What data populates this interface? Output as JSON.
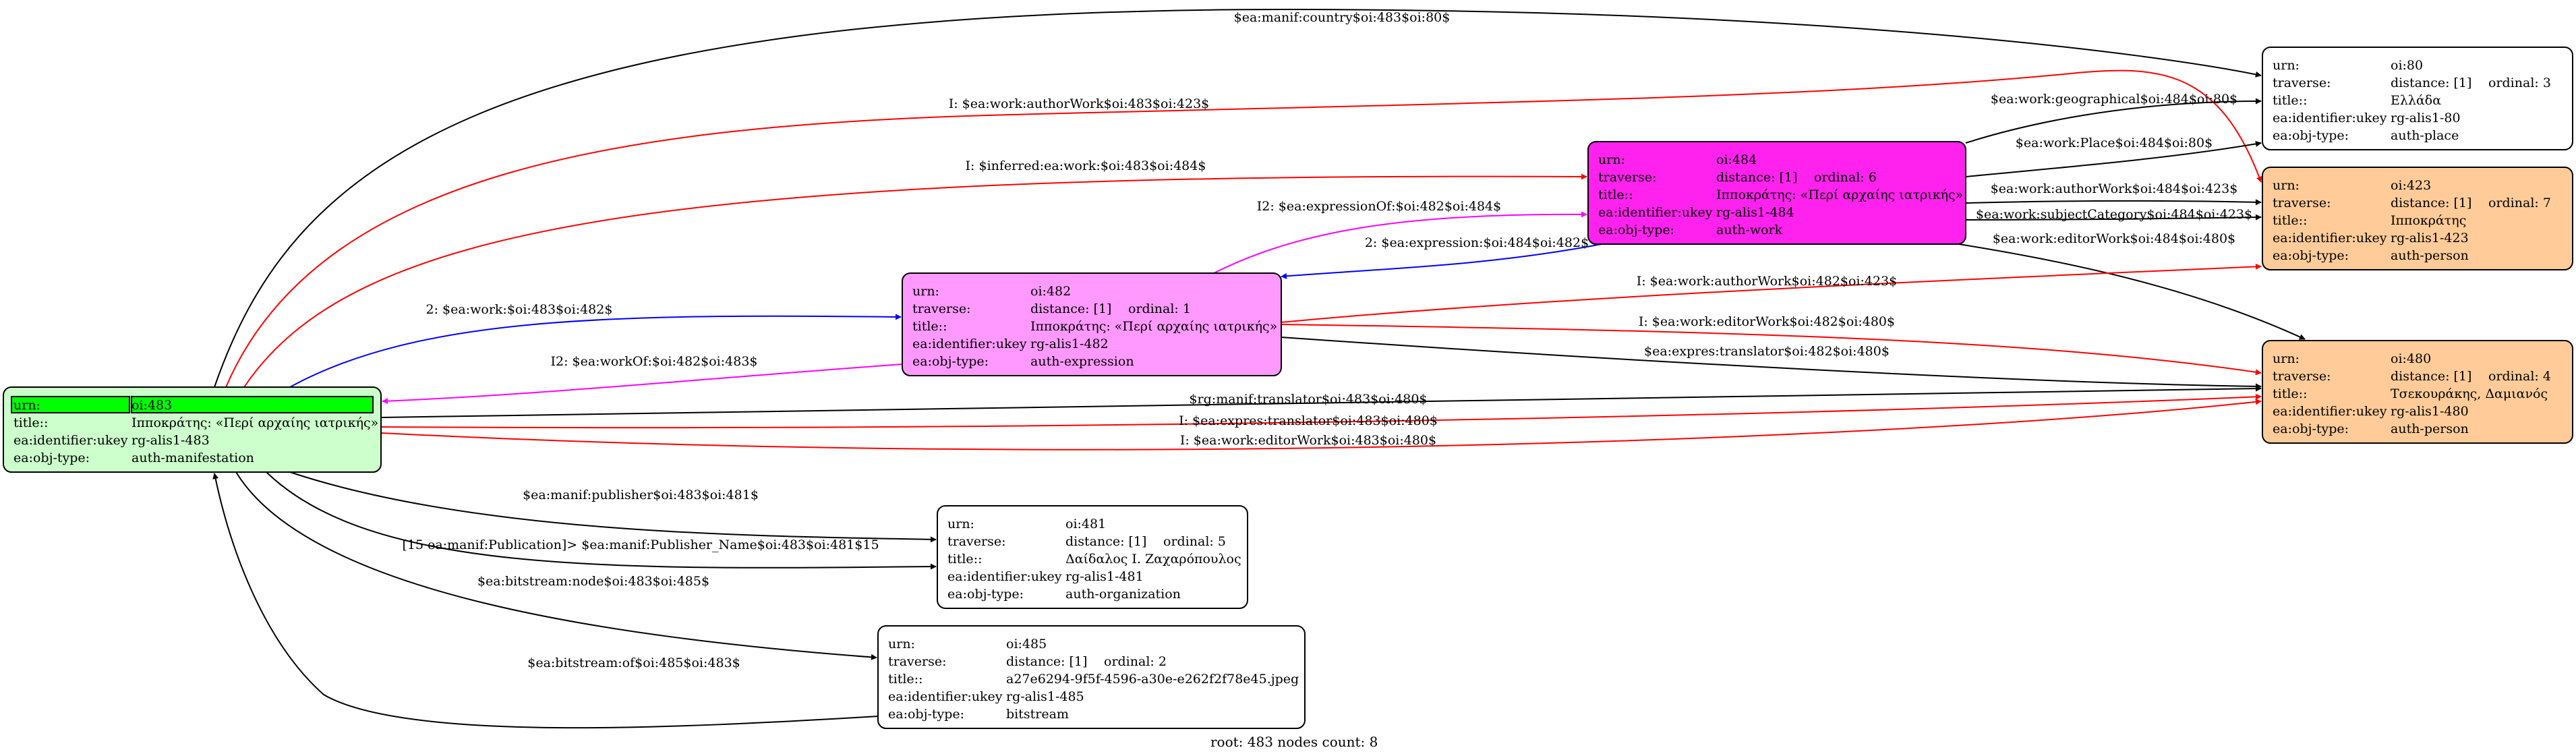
{
  "footer": "root: 483 nodes count: 8",
  "colors": {
    "blue": "#0000ff",
    "red": "#ff0000",
    "magenta": "#ff00ff",
    "black": "#000000"
  },
  "nodes": {
    "n483": {
      "fill": "#ccffcc",
      "rows": [
        [
          "urn:",
          "oi:483"
        ],
        [
          "title::",
          "Ιπποκράτης: «Περί αρχαίης ιατρικής»"
        ],
        [
          "ea:identifier:ukey",
          "rg-alis1-483"
        ],
        [
          "ea:obj-type:",
          "auth-manifestation"
        ]
      ]
    },
    "n484": {
      "fill": "#ff22ee",
      "rows": [
        [
          "urn:",
          "oi:484"
        ],
        [
          "traverse:",
          "distance: [1]",
          "ordinal: 6"
        ],
        [
          "title::",
          "Ιπποκράτης: «Περί αρχαίης ιατρικής»"
        ],
        [
          "ea:identifier:ukey",
          "rg-alis1-484"
        ],
        [
          "ea:obj-type:",
          "auth-work"
        ]
      ]
    },
    "n482": {
      "fill": "#ff99ff",
      "rows": [
        [
          "urn:",
          "oi:482"
        ],
        [
          "traverse:",
          "distance: [1]",
          "ordinal: 1"
        ],
        [
          "title::",
          "Ιπποκράτης: «Περί αρχαίης ιατρικής»"
        ],
        [
          "ea:identifier:ukey",
          "rg-alis1-482"
        ],
        [
          "ea:obj-type:",
          "auth-expression"
        ]
      ]
    },
    "n80": {
      "fill": "#ffffff",
      "rows": [
        [
          "urn:",
          "oi:80"
        ],
        [
          "traverse:",
          "distance: [1]",
          "ordinal: 3"
        ],
        [
          "title::",
          "Ελλάδα"
        ],
        [
          "ea:identifier:ukey",
          "rg-alis1-80"
        ],
        [
          "ea:obj-type:",
          "auth-place"
        ]
      ]
    },
    "n423": {
      "fill": "#ffcc99",
      "rows": [
        [
          "urn:",
          "oi:423"
        ],
        [
          "traverse:",
          "distance: [1]",
          "ordinal: 7"
        ],
        [
          "title::",
          "Ιπποκράτης"
        ],
        [
          "ea:identifier:ukey",
          "rg-alis1-423"
        ],
        [
          "ea:obj-type:",
          "auth-person"
        ]
      ]
    },
    "n480": {
      "fill": "#ffcc99",
      "rows": [
        [
          "urn:",
          "oi:480"
        ],
        [
          "traverse:",
          "distance: [1]",
          "ordinal: 4"
        ],
        [
          "title::",
          "Τσεκουράκης, Δαμιανός"
        ],
        [
          "ea:identifier:ukey",
          "rg-alis1-480"
        ],
        [
          "ea:obj-type:",
          "auth-person"
        ]
      ]
    },
    "n481": {
      "fill": "#ffffff",
      "rows": [
        [
          "urn:",
          "oi:481"
        ],
        [
          "traverse:",
          "distance: [1]",
          "ordinal: 5"
        ],
        [
          "title::",
          "Δαίδαλος Ι. Ζαχαρόπουλος"
        ],
        [
          "ea:identifier:ukey",
          "rg-alis1-481"
        ],
        [
          "ea:obj-type:",
          "auth-organization"
        ]
      ]
    },
    "n485": {
      "fill": "#ffffff",
      "rows": [
        [
          "urn:",
          "oi:485"
        ],
        [
          "traverse:",
          "distance: [1]",
          "ordinal: 2"
        ],
        [
          "title::",
          "a27e6294-9f5f-4596-a30e-e262f2f78e45.jpeg"
        ],
        [
          "ea:identifier:ukey",
          "rg-alis1-485"
        ],
        [
          "ea:obj-type:",
          "bitstream"
        ]
      ]
    }
  },
  "edges": {
    "e01": "$ea:manif:country$oi:483$oi:80$",
    "e02": "I: $ea:work:authorWork$oi:483$oi:423$",
    "e03": "I: $inferred:ea:work:$oi:483$oi:484$",
    "e04": "2: $ea:work:$oi:483$oi:482$",
    "e05": "I2: $ea:workOf:$oi:482$oi:483$",
    "e06": "I2: $ea:expressionOf:$oi:482$oi:484$",
    "e07": "2: $ea:expression:$oi:484$oi:482$",
    "e08": "$ea:work:geographical$oi:484$oi:80$",
    "e09": "$ea:work:Place$oi:484$oi:80$",
    "e10": "$ea:work:authorWork$oi:484$oi:423$",
    "e11": "$ea:work:subjectCategory$oi:484$oi:423$",
    "e12": "$ea:work:editorWork$oi:484$oi:480$",
    "e13": "I: $ea:work:authorWork$oi:482$oi:423$",
    "e14": "I: $ea:work:editorWork$oi:482$oi:480$",
    "e15": "$ea:expres:translator$oi:482$oi:480$",
    "e16": "$rg:manif:translator$oi:483$oi:480$",
    "e17": "I: $ea:expres:translator$oi:483$oi:480$",
    "e18": "I: $ea:work:editorWork$oi:483$oi:480$",
    "e19": "$ea:manif:publisher$oi:483$oi:481$",
    "e20": "[15 ea:manif:Publication]> $ea:manif:Publisher_Name$oi:483$oi:481$15",
    "e21": "$ea:bitstream:node$oi:483$oi:485$",
    "e22": "$ea:bitstream:of$oi:485$oi:483$"
  }
}
